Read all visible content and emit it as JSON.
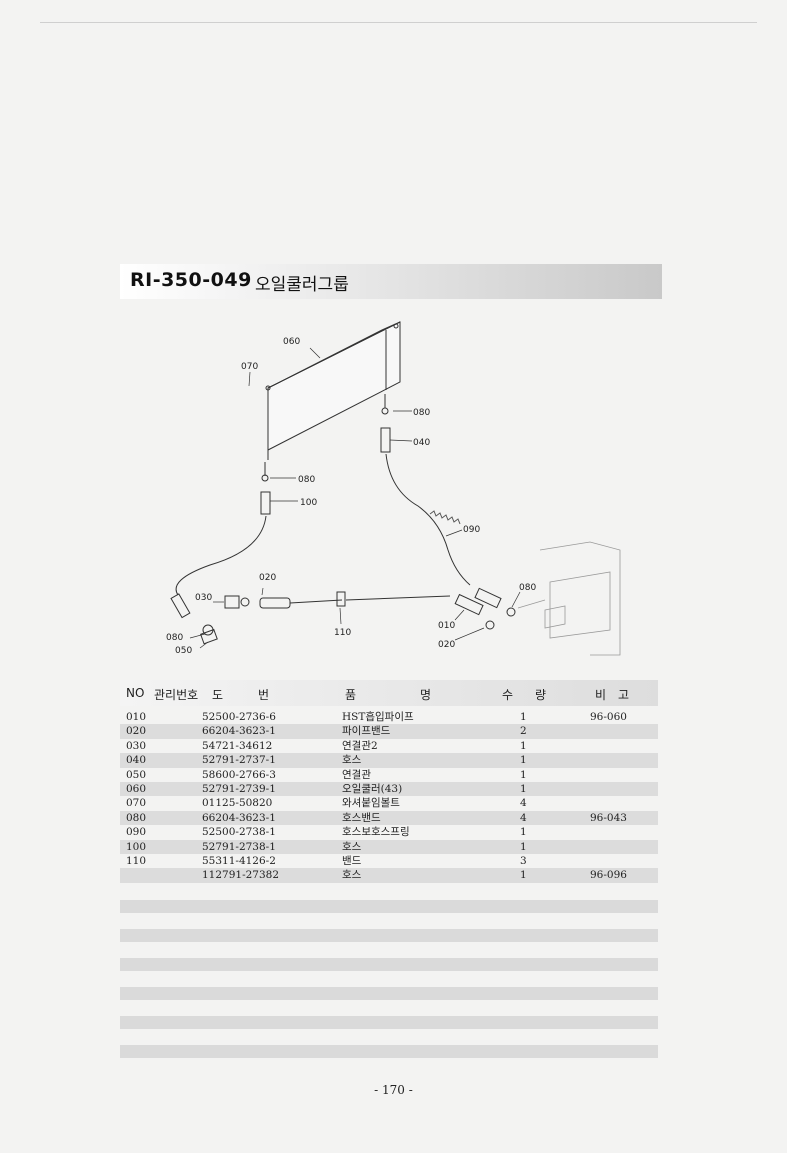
{
  "header": {
    "code": "RI-350-049",
    "name": "오일쿨러그룹"
  },
  "diagram": {
    "callouts": [
      "060",
      "070",
      "080",
      "040",
      "080",
      "100",
      "090",
      "020",
      "080",
      "030",
      "010",
      "020",
      "110",
      "080",
      "050"
    ]
  },
  "table": {
    "headers": {
      "no": "NO",
      "mgmt": "관리번호",
      "part_1": "도",
      "part_2": "번",
      "name_1": "품",
      "name_2": "명",
      "qty_1": "수",
      "qty_2": "량",
      "note_1": "비",
      "note_2": "고"
    },
    "rows": [
      {
        "no": "010",
        "part": "52500-2736-6",
        "name": "HST흡입파이프",
        "qty": "1",
        "note": "96-060"
      },
      {
        "no": "020",
        "part": "66204-3623-1",
        "name": "파이프밴드",
        "qty": "2",
        "note": ""
      },
      {
        "no": "030",
        "part": "54721-34612",
        "name": "연결관2",
        "qty": "1",
        "note": ""
      },
      {
        "no": "040",
        "part": "52791-2737-1",
        "name": "호스",
        "qty": "1",
        "note": ""
      },
      {
        "no": "050",
        "part": "58600-2766-3",
        "name": "연결관",
        "qty": "1",
        "note": ""
      },
      {
        "no": "060",
        "part": "52791-2739-1",
        "name": "오일쿨러(43)",
        "qty": "1",
        "note": ""
      },
      {
        "no": "070",
        "part": "01125-50820",
        "name": "와셔붙임볼트",
        "qty": "4",
        "note": ""
      },
      {
        "no": "080",
        "part": "66204-3623-1",
        "name": "호스밴드",
        "qty": "4",
        "note": "96-043"
      },
      {
        "no": "090",
        "part": "52500-2738-1",
        "name": "호스보호스프링",
        "qty": "1",
        "note": ""
      },
      {
        "no": "100",
        "part": "52791-2738-1",
        "name": "호스",
        "qty": "1",
        "note": ""
      },
      {
        "no": "110",
        "part": "55311-4126-2",
        "name": "밴드",
        "qty": "3",
        "note": ""
      },
      {
        "no": "",
        "part": "112791-27382",
        "name": "호스",
        "qty": "1",
        "note": "96-096"
      }
    ]
  },
  "footer": {
    "page": "- 170 -"
  }
}
